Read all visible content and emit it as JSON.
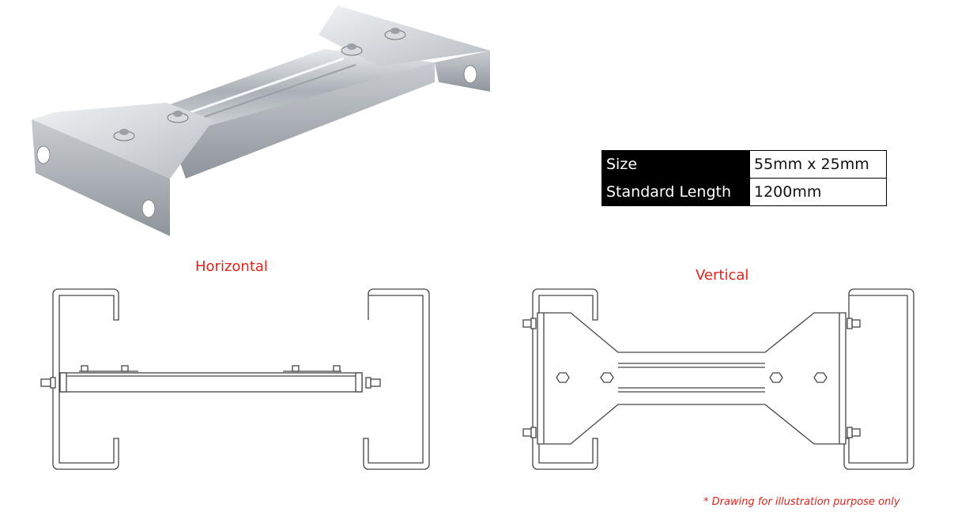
{
  "specs": {
    "rows": [
      {
        "label": "Size",
        "value": "55mm x 25mm"
      },
      {
        "label": "Standard Length",
        "value": "1200mm"
      }
    ]
  },
  "captions": {
    "horizontal": "Horizontal",
    "vertical": "Vertical"
  },
  "note": "* Drawing for illustration purpose only",
  "colors": {
    "caption": "#e2231a",
    "metal_light": "#e3e6ea",
    "metal_dark": "#8e949b",
    "line": "#444444"
  }
}
